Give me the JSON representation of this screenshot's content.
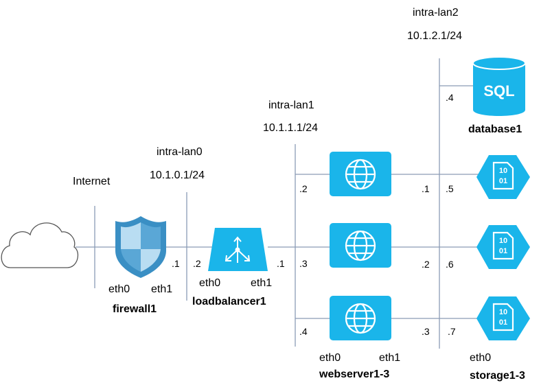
{
  "internet": {
    "label": "Internet"
  },
  "networks": {
    "lan0": {
      "name": "intra-lan0",
      "cidr": "10.1.0.1/24"
    },
    "lan1": {
      "name": "intra-lan1",
      "cidr": "10.1.1.1/24"
    },
    "lan2": {
      "name": "intra-lan2",
      "cidr": "10.1.2.1/24"
    }
  },
  "nodes": {
    "firewall": {
      "name": "firewall1",
      "eth0": "eth0",
      "eth1": "eth1",
      "ip_lan0": ".1"
    },
    "loadbalancer": {
      "name": "loadbalancer1",
      "eth0": "eth0",
      "eth1": "eth1",
      "ip_lan0": ".2",
      "ip_lan1": ".1"
    },
    "webservers": {
      "name": "webserver1-3",
      "eth0": "eth0",
      "eth1": "eth1",
      "ips_lan1": [
        ".2",
        ".3",
        ".4"
      ],
      "ips_lan2": [
        ".1",
        ".2",
        ".3"
      ]
    },
    "database": {
      "name": "database1",
      "icon_text": "SQL",
      "ip_lan2": ".4"
    },
    "storage": {
      "name": "storage1-3",
      "eth0": "eth0",
      "icon_text": "10\n01",
      "ips_lan2": [
        ".5",
        ".6",
        ".7"
      ]
    }
  },
  "colors": {
    "accent": "#1ab5ea",
    "line": "#8a9bb5",
    "shield_dark": "#3a8fc4",
    "shield_light": "#b9ddf2"
  }
}
